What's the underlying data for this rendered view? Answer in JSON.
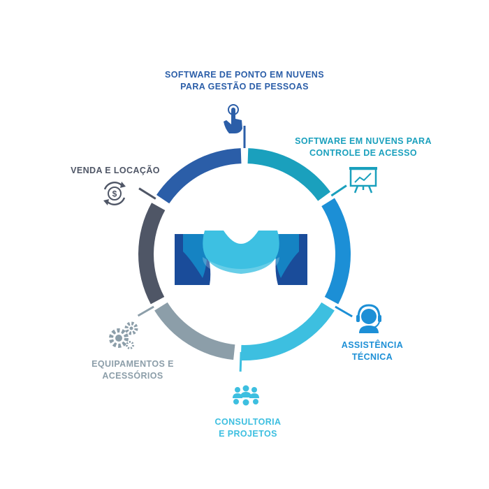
{
  "colors": {
    "ponto": "#2b5ea8",
    "acesso": "#1aa0bd",
    "assistencia": "#1c8fd6",
    "consultoria": "#3dbfe0",
    "equipamentos": "#8c9ea9",
    "venda": "#4f5666",
    "logo_dark": "#1a4c9a",
    "logo_mid": "#1589c8",
    "logo_light": "#3dc0e2"
  },
  "segments": [
    {
      "id": "ponto",
      "title_lines": [
        "SOFTWARE DE PONTO EM NUVENS",
        "PARA GESTÃO DE PESSOAS"
      ],
      "icon": "touch-hand-icon"
    },
    {
      "id": "acesso",
      "title_lines": [
        "SOFTWARE EM NUVENS PARA",
        "CONTROLE DE ACESSO"
      ],
      "icon": "presentation-chart-icon"
    },
    {
      "id": "assistencia",
      "title_lines": [
        "ASSISTÊNCIA",
        "TÉCNICA"
      ],
      "icon": "headset-icon"
    },
    {
      "id": "consultoria",
      "title_lines": [
        "CONSULTORIA",
        "E PROJETOS"
      ],
      "icon": "team-icon"
    },
    {
      "id": "equipamentos",
      "title_lines": [
        "EQUIPAMENTOS E",
        "ACESSÓRIOS"
      ],
      "icon": "gears-icon"
    },
    {
      "id": "venda",
      "title_lines": [
        "VENDA E LOCAÇÃO"
      ],
      "icon": "dollar-cycle-icon"
    }
  ]
}
